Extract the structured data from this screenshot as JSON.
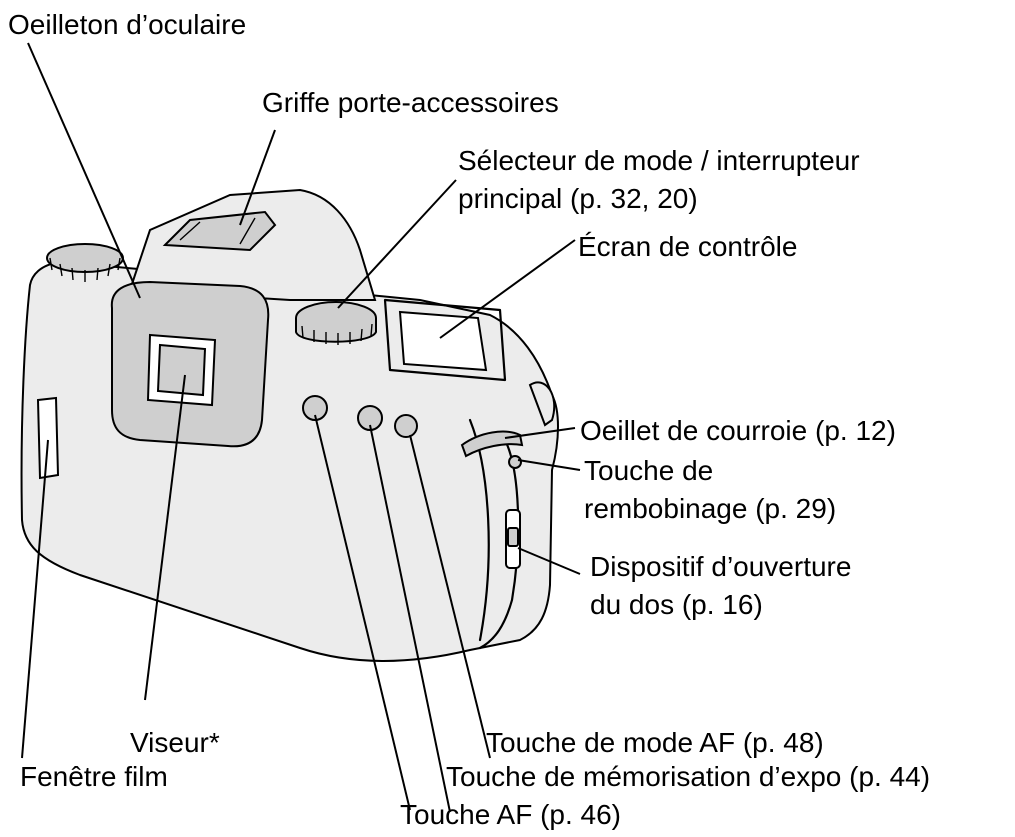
{
  "callouts": {
    "eyepiece_cup": "Oeilleton d’oculaire",
    "accessory_shoe": "Griffe porte-accessoires",
    "mode_dial_line1": "Sélecteur de mode / interrupteur",
    "mode_dial_line2": "principal (p. 32, 20)",
    "data_panel": "Écran de contrôle",
    "strap_eyelet": "Oeillet de courroie (p. 12)",
    "rewind_line1": "Touche de",
    "rewind_line2": "rembobinage (p. 29)",
    "back_cover_line1": "Dispositif d’ouverture",
    "back_cover_line2": "du dos (p. 16)",
    "af_mode_button": "Touche de mode AF (p. 48)",
    "viewfinder": "Viseur*",
    "film_window": "Fenêtre film",
    "ael_button": "Touche de mémorisation d’expo (p. 44)",
    "af_button": "Touche AF (p. 46)"
  }
}
